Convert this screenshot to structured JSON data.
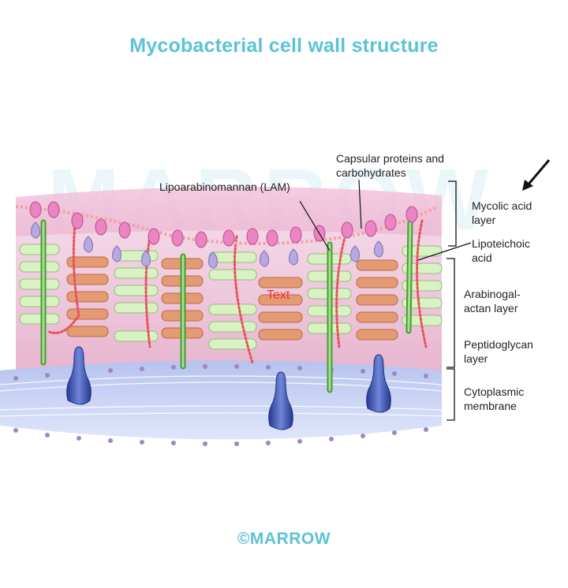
{
  "title": "Mycobacterial cell wall structure",
  "watermark": "MARROW",
  "labels": {
    "capsular": "Capsular proteins and carbohydrates",
    "lam": "Lipoarabinomannan (LAM)",
    "mycolic": "Mycolic acid layer",
    "lipoteichoic": "Lipoteichoic acid",
    "arabinogalactan": "Arabinogal-actan layer",
    "peptidoglycan": "Peptidoglycan layer",
    "cytoplasmic": "Cytoplasmic membrane",
    "stray_text": "Text"
  },
  "footer": "©MARROW",
  "colors": {
    "title": "#5cc3d6",
    "mycolic_layer": "#e9a9cc",
    "arabinogalactan_bar": "#d9f2c4",
    "peptidoglycan_bar": "#e49a72",
    "lam_rod": "#5fb845",
    "membrane": "#a9b8e6",
    "protein": "#3a4fa8"
  }
}
